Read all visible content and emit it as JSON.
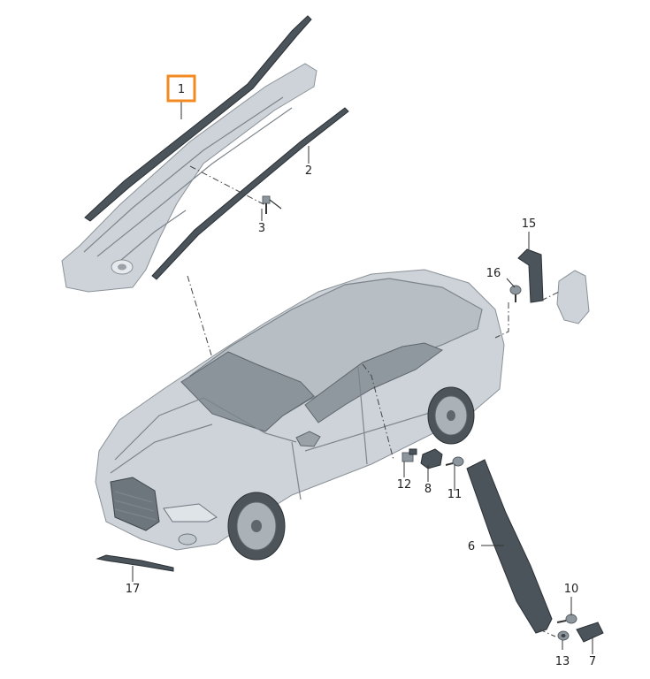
{
  "diagram": {
    "highlight_color": "#f28a21",
    "callouts": [
      {
        "id": "c1",
        "label": "1",
        "highlighted": true
      },
      {
        "id": "c2",
        "label": "2"
      },
      {
        "id": "c3",
        "label": "3"
      },
      {
        "id": "c6",
        "label": "6"
      },
      {
        "id": "c7",
        "label": "7"
      },
      {
        "id": "c8",
        "label": "8"
      },
      {
        "id": "c10",
        "label": "10"
      },
      {
        "id": "c11",
        "label": "11"
      },
      {
        "id": "c12",
        "label": "12"
      },
      {
        "id": "c13",
        "label": "13"
      },
      {
        "id": "c15",
        "label": "15"
      },
      {
        "id": "c16",
        "label": "16"
      },
      {
        "id": "c17",
        "label": "17"
      }
    ]
  }
}
